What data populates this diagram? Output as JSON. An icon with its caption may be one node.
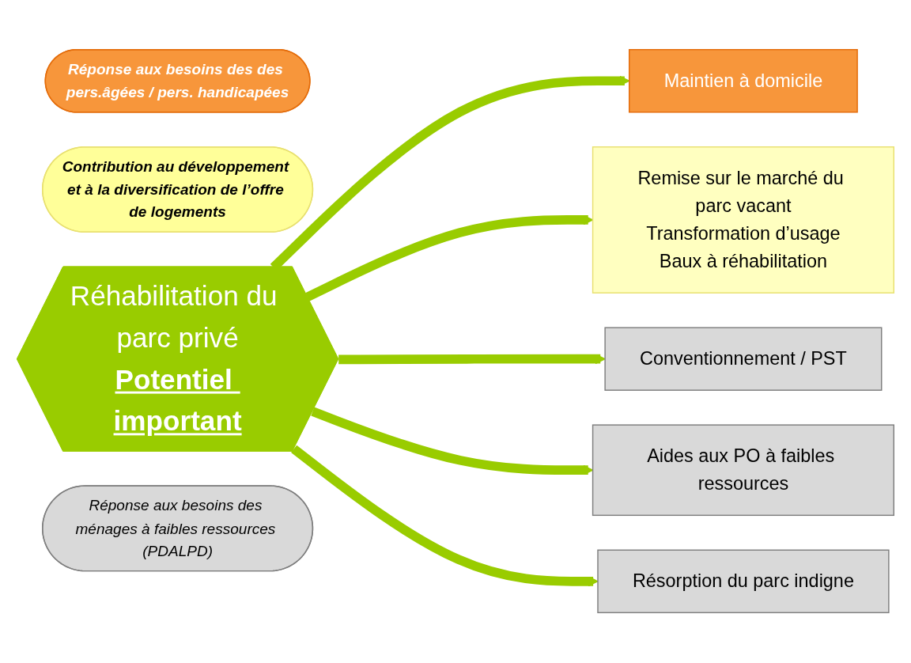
{
  "diagram": {
    "nodes": [
      {
        "text": [
          "Réponse aux besoins des des pers.âgées / pers. handicapées"
        ]
      },
      {
        "text": [
          "Maintien à domicile"
        ]
      },
      {
        "text": [
          "Remise sur le marché du parc vacant",
          "Transformation d’usage",
          "Baux à réhabilitation"
        ]
      },
      {
        "text": [
          "Réhabilitation du parc privé",
          "Potentiel important"
        ]
      },
      {
        "text": [
          "Conventionnement / PST"
        ]
      },
      {
        "text": [
          "Aides aux PO à faibles ressources"
        ]
      },
      {
        "text": [
          "Contribution au développement et à la diversification de l’offre de logements"
        ]
      },
      {
        "text": [
          "Résorption du parc indigne"
        ]
      },
      {
        "text": [
          "Réponse aux besoins des ménages à faibles ressources (PDALPD)"
        ]
      }
    ],
    "edges": [
      {
        "from": 3,
        "to": 1,
        "arrow": "to"
      },
      {
        "from": 3,
        "to": 2,
        "arrow": "to"
      },
      {
        "from": 3,
        "to": 4,
        "arrow": "to"
      },
      {
        "from": 3,
        "to": 5,
        "arrow": "to"
      },
      {
        "from": 3,
        "to": 7,
        "arrow": "to"
      }
    ]
  }
}
